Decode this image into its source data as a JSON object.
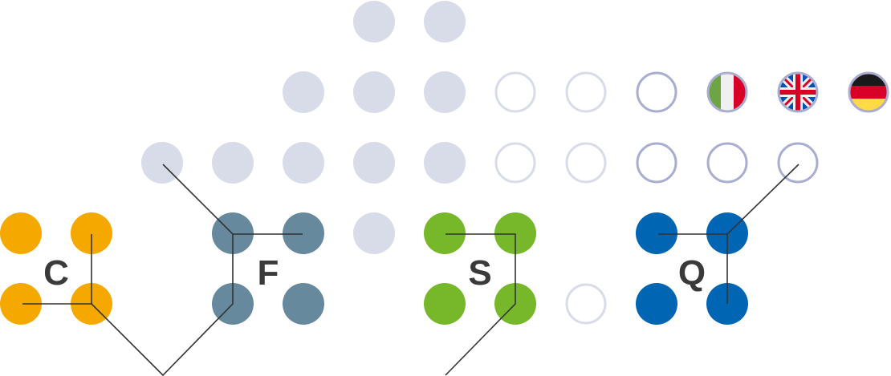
{
  "colors": {
    "background_dot": "#d8dce9",
    "ring_light": "#d8dce9",
    "ring_dark": "#a9adcf",
    "line": "#333333",
    "group_c": "#f5a800",
    "group_f": "#66899e",
    "group_s": "#76b82a",
    "group_q": "#0066b3"
  },
  "groups": [
    {
      "id": "c",
      "letter": "C"
    },
    {
      "id": "f",
      "letter": "F"
    },
    {
      "id": "s",
      "letter": "S"
    },
    {
      "id": "q",
      "letter": "Q"
    }
  ],
  "flags": [
    {
      "id": "italy",
      "icon": "italy-flag-icon"
    },
    {
      "id": "uk",
      "icon": "uk-flag-icon"
    },
    {
      "id": "germany",
      "icon": "germany-flag-icon"
    }
  ]
}
